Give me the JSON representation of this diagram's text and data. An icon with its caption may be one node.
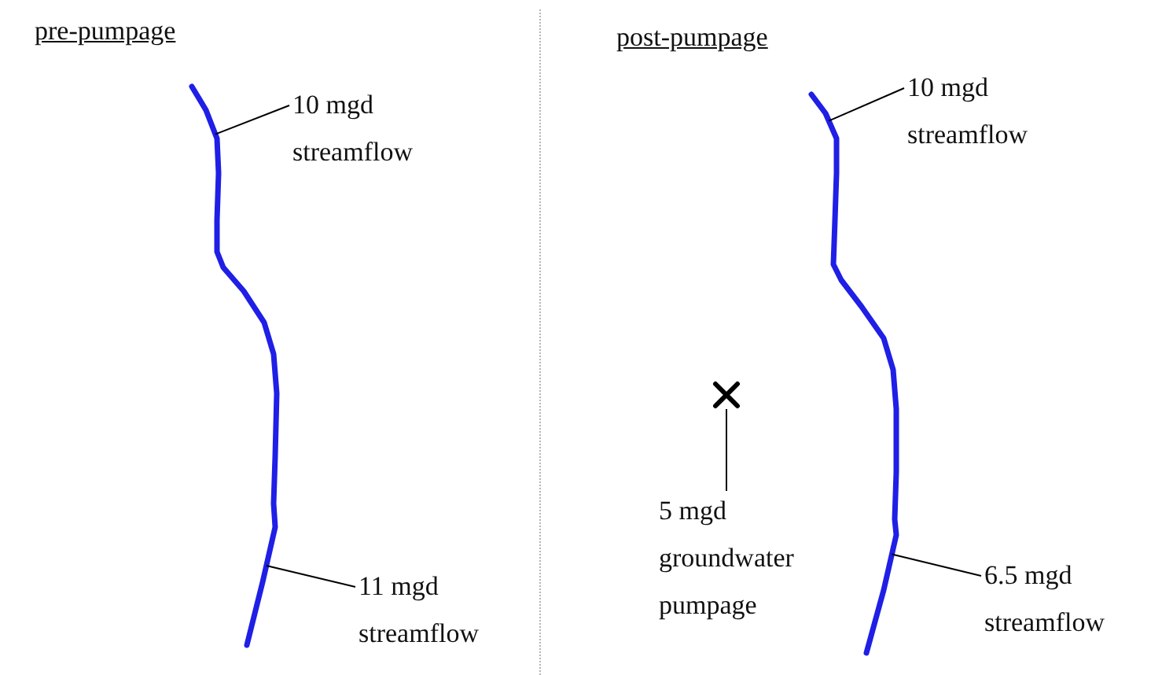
{
  "diagram": {
    "nodes": [
      {
        "text": [
          "10 mgd streamflow"
        ]
      },
      {
        "text": [
          "11 mgd streamflow"
        ]
      },
      {
        "text": [],
        "shape": "picture"
      },
      {
        "text": [
          "10 mgd streamflow"
        ]
      },
      {
        "text": [
          "5 mgd groundwater pumpage"
        ]
      },
      {
        "text": [
          "6.5 mgd streamflow"
        ]
      },
      {
        "text": [],
        "shape": "picture"
      },
      {
        "text": [],
        "shape": "cross"
      }
    ],
    "edges": [
      {
        "from": 0,
        "to": 2,
        "arrow": "none"
      },
      {
        "from": 1,
        "to": 2,
        "arrow": "none"
      },
      {
        "from": 3,
        "to": 6,
        "arrow": "none"
      },
      {
        "from": 4,
        "to": 7,
        "arrow": "none"
      },
      {
        "from": 5,
        "to": 6,
        "arrow": "none"
      }
    ],
    "labels": [
      "pre-pumpage",
      "post-pumpage"
    ]
  }
}
